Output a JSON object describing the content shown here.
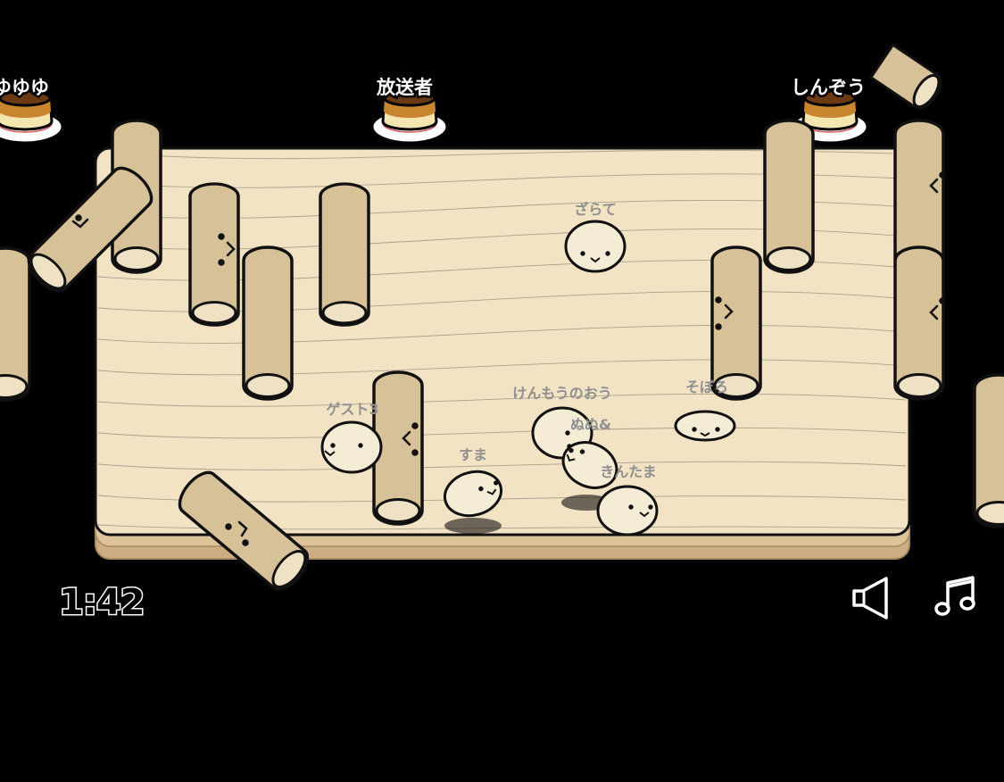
{
  "hud": {
    "streamers": [
      {
        "name": "ゆゆゆ"
      },
      {
        "name": "放送者"
      },
      {
        "name": "しんぞう"
      }
    ],
    "timer": "1:42",
    "buttons": {
      "sound": "speaker-icon",
      "music": "music-note-icon"
    }
  },
  "players": {
    "zarate": "ざらて",
    "guest3": "ゲスト3",
    "suma": "すま",
    "kenmou": "けんもうのおう",
    "nunu": "ぬぬ&",
    "soboro": "そぼろ",
    "kintama": "きんたま"
  },
  "colors": {
    "board": "#f1e3c4",
    "log_body": "#d6c198",
    "log_end": "#efe1c4",
    "mochi": "#f5ecd6",
    "outline": "#111111",
    "background": "#000000"
  }
}
